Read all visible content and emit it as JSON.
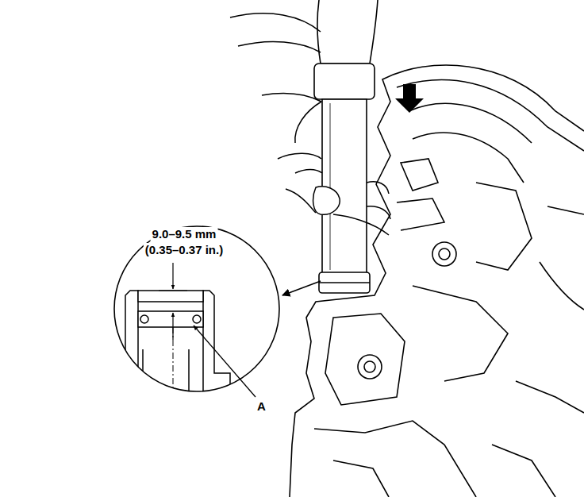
{
  "diagram": {
    "labels": [
      "9.0–9.5 mm",
      "(0.35–0.37 in.)",
      "A"
    ]
  }
}
